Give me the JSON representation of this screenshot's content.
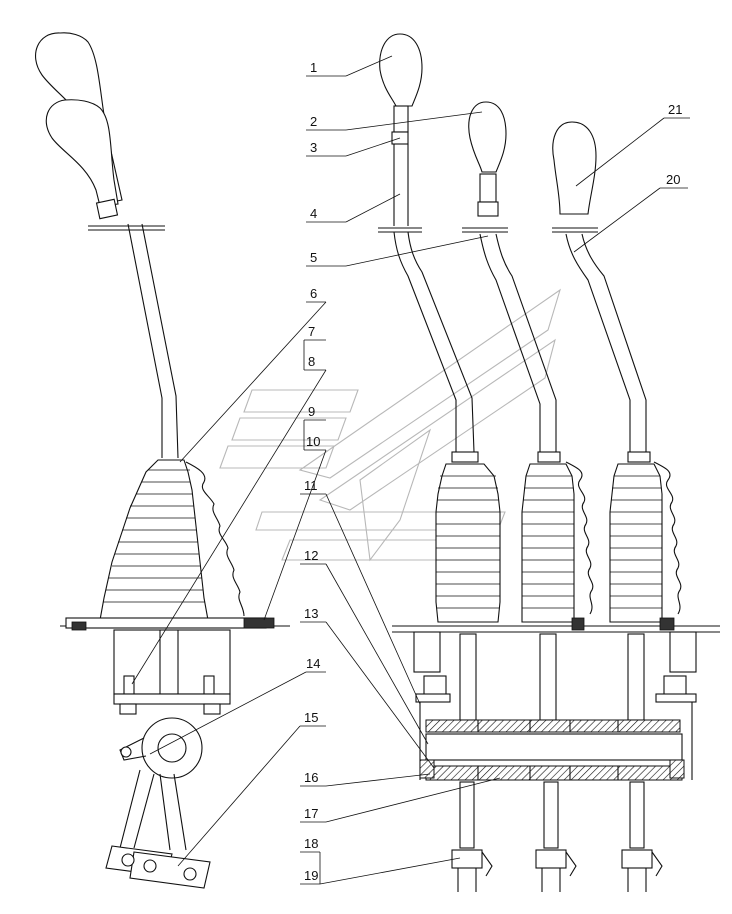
{
  "diagram": {
    "callouts": [
      {
        "id": "1",
        "text": "1"
      },
      {
        "id": "2",
        "text": "2"
      },
      {
        "id": "3",
        "text": "3"
      },
      {
        "id": "4",
        "text": "4"
      },
      {
        "id": "5",
        "text": "5"
      },
      {
        "id": "6",
        "text": "6"
      },
      {
        "id": "7",
        "text": "7"
      },
      {
        "id": "8",
        "text": "8"
      },
      {
        "id": "9",
        "text": "9"
      },
      {
        "id": "10",
        "text": "10"
      },
      {
        "id": "11",
        "text": "11"
      },
      {
        "id": "12",
        "text": "12"
      },
      {
        "id": "13",
        "text": "13"
      },
      {
        "id": "14",
        "text": "14"
      },
      {
        "id": "15",
        "text": "15"
      },
      {
        "id": "16",
        "text": "16"
      },
      {
        "id": "17",
        "text": "17"
      },
      {
        "id": "18",
        "text": "18"
      },
      {
        "id": "19",
        "text": "19"
      },
      {
        "id": "20",
        "text": "20"
      },
      {
        "id": "21",
        "text": "21"
      }
    ]
  },
  "colors": {
    "line": "#111111",
    "watermark": "#b8b8b8",
    "background": "#ffffff"
  }
}
